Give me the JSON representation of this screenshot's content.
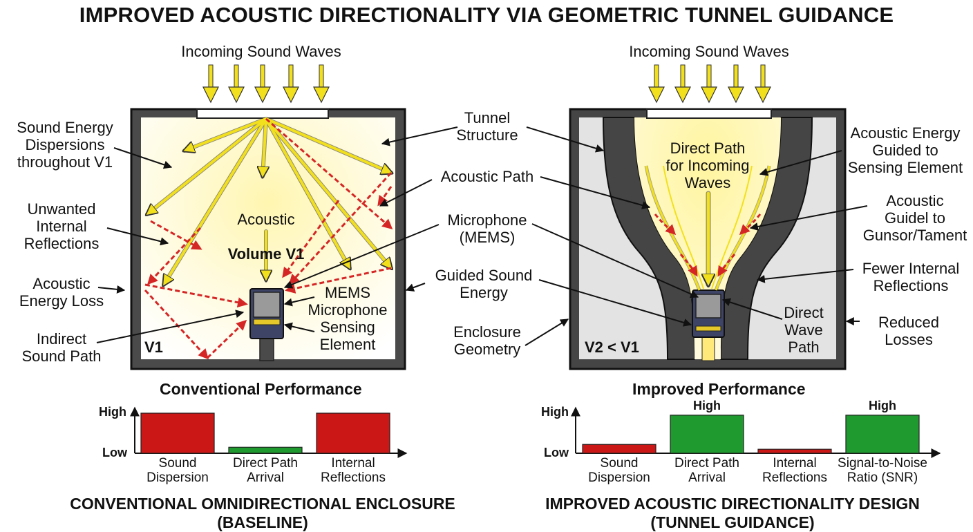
{
  "title": "IMPROVED ACOUSTIC DIRECTIONALITY VIA GEOMETRIC TUNNEL GUIDANCE",
  "left": {
    "incoming": "Incoming Sound Waves",
    "annotations": {
      "dispersion": "Sound Energy\nDispersions\nthroughout V1",
      "unwanted": "Unwanted\nInternal\nReflections",
      "loss": "Acoustic\nEnergy Loss",
      "indirect": "Indirect\nSound Path"
    },
    "volume_label_line1": "Acoustic",
    "volume_label_line2": "Volume V1",
    "mems_label": "MEMS\nMicrophone\nSensing\nElement",
    "volume_tag": "V1",
    "performance": {
      "title": "Conventional Performance",
      "y_high": "High",
      "y_low": "Low"
    },
    "caption": "CONVENTIONAL OMNIDIRECTIONAL ENCLOSURE\n(BASELINE)"
  },
  "center": {
    "tunnel_structure": "Tunnel\nStructure",
    "acoustic_path": "Acoustic Path",
    "microphone": "Microphone\n(MEMS)",
    "guided_energy": "Guided Sound\nEnergy",
    "enclosure_geometry": "Enclosure\nGeometry"
  },
  "right": {
    "incoming": "Incoming Sound Waves",
    "direct_path": "Direct Path\nfor Incoming\nWaves",
    "direct_wave": "Direct\nWave\nPath",
    "volume_tag": "V2 < V1",
    "annotations": {
      "guided_energy": "Acoustic Energy\nGuided to\nSensing Element",
      "guide": "Acoustic\nGuidel to\nGunsor/Tament",
      "fewer": "Fewer Internal\nReflections",
      "reduced": "Reduced\nLosses"
    },
    "performance": {
      "title": "Improved Performance",
      "y_high": "High",
      "y_low": "Low"
    },
    "caption": "IMPROVED ACOUSTIC DIRECTIONALITY DESIGN\n(TUNNEL GUIDANCE)"
  },
  "colors": {
    "red_bar": "#cc1717",
    "green_bar": "#1f9a2e",
    "arrow_yellow": "#f3e01c",
    "arrow_red": "#d52626",
    "wall": "#454545",
    "glow": "#fff3a8"
  },
  "chart_data": [
    {
      "type": "bar",
      "title": "Conventional Performance",
      "categories": [
        "Sound\nDispersion",
        "Direct Path\nArrival",
        "Internal\nReflections"
      ],
      "values": [
        1.0,
        0.15,
        1.0
      ],
      "colors": [
        "#cc1717",
        "#1f9a2e",
        "#cc1717"
      ],
      "y_ticks": [
        "Low",
        "High"
      ],
      "ylim": [
        0,
        1
      ]
    },
    {
      "type": "bar",
      "title": "Improved Performance",
      "categories": [
        "Sound\nDispersion",
        "Direct Path\nArrival",
        "Internal\nReflections",
        "Signal-to-Noise\nRatio (SNR)"
      ],
      "values": [
        0.22,
        0.95,
        0.1,
        0.95
      ],
      "colors": [
        "#cc1717",
        "#1f9a2e",
        "#cc1717",
        "#1f9a2e"
      ],
      "value_labels": [
        "",
        "High",
        "",
        "High"
      ],
      "y_ticks": [
        "Low",
        "High"
      ],
      "ylim": [
        0,
        1
      ]
    }
  ]
}
